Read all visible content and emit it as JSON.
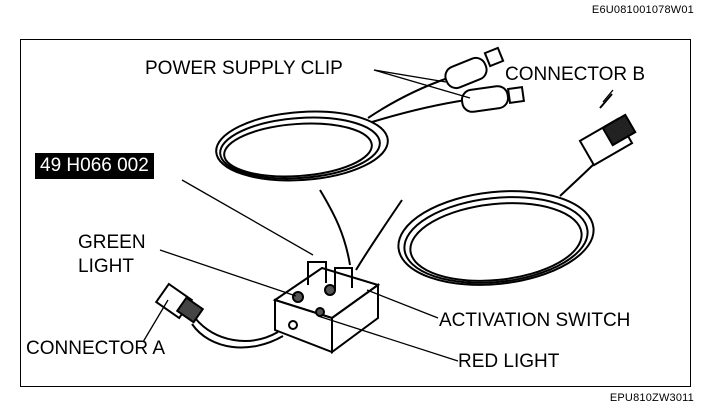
{
  "figure_code_top": "E6U081001078W01",
  "figure_code_bottom": "EPU810ZW3011",
  "part_number": "49 H066 002",
  "labels": {
    "power_supply_clip": "POWER SUPPLY CLIP",
    "connector_b": "CONNECTOR B",
    "green_light_line1": "GREEN",
    "green_light_line2": "LIGHT",
    "activation_switch": "ACTIVATION SWITCH",
    "connector_a": "CONNECTOR A",
    "red_light": "RED LIGHT"
  }
}
